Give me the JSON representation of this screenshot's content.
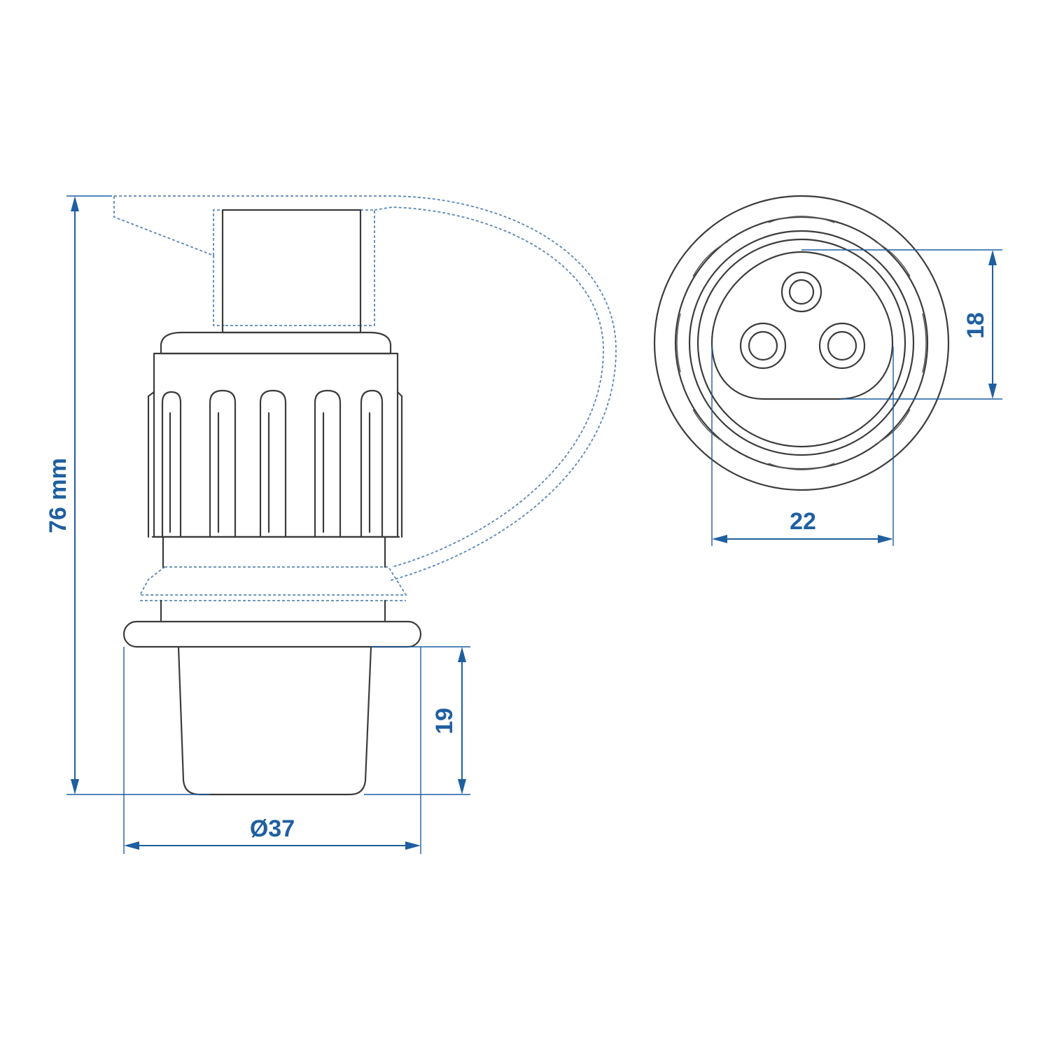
{
  "dimensions": {
    "height_total": "76 mm",
    "body_diameter": "Ø37",
    "plug_height": "19",
    "socket_width": "22",
    "socket_height": "18"
  },
  "colors": {
    "dimension": "#1f5fa0",
    "outline": "#3c3c3c",
    "cap_dashed": "#5b86b5",
    "background": "#ffffff"
  }
}
